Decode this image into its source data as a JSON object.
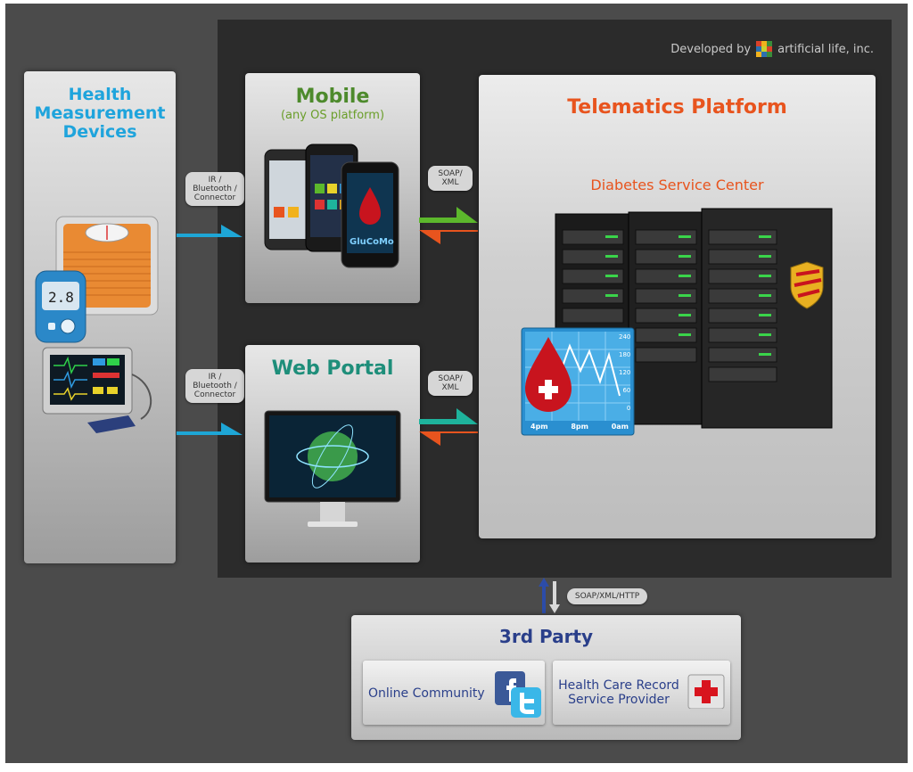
{
  "developer": {
    "prefix": "Developed by",
    "company": "artificial life, inc."
  },
  "health_panel": {
    "title_lines": [
      "Health",
      "Measurement",
      "Devices"
    ],
    "glucometer_reading": "2.8"
  },
  "connectors": {
    "top": {
      "lines": [
        "IR /",
        "Bluetooth /",
        "Connector"
      ]
    },
    "bottom": {
      "lines": [
        "IR /",
        "Bluetooth /",
        "Connector"
      ]
    }
  },
  "mobile_panel": {
    "title": "Mobile",
    "subtitle": "(any OS platform)",
    "app_name": "GluCoMo"
  },
  "web_panel": {
    "title": "Web Portal"
  },
  "protocols": {
    "mobile": {
      "lines": [
        "SOAP/",
        "XML"
      ]
    },
    "web": {
      "lines": [
        "SOAP/",
        "XML"
      ]
    },
    "third_party": "SOAP/XML/HTTP"
  },
  "telematics_panel": {
    "title": "Telematics Platform",
    "subtitle": "Diabetes Service Center",
    "chart_ticks_y": [
      "240",
      "180",
      "120",
      "60",
      "0"
    ],
    "chart_ticks_x": [
      "4pm",
      "8pm",
      "0am"
    ]
  },
  "third_party_panel": {
    "title": "3rd Party",
    "cards": [
      {
        "label": "Online Community"
      },
      {
        "label_lines": [
          "Health Care Record",
          "Service Provider"
        ]
      }
    ]
  },
  "colors": {
    "cyan_arrow": "#1ea6d6",
    "green_arrow": "#5cb82c",
    "teal_arrow": "#1eb39c",
    "orange_arrow": "#e8541e",
    "blue_arrow": "#2c4ca8"
  }
}
